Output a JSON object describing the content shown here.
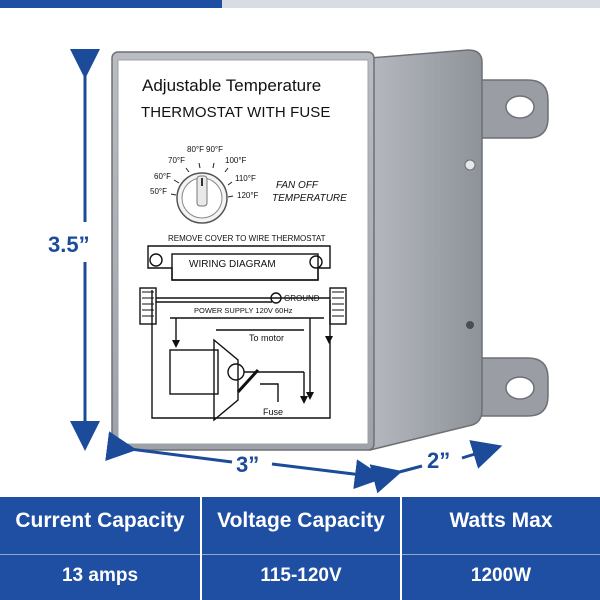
{
  "colors": {
    "brand_blue": "#1e4fa3",
    "dimension_blue": "#1c4c99",
    "housing_grey": "#a9adb3",
    "panel_white": "#ffffff"
  },
  "dimensions": {
    "height": "3.5”",
    "width": "3”",
    "depth": "2”"
  },
  "label": {
    "title_line1": "Adjustable Temperature",
    "title_line2": "THERMOSTAT WITH FUSE",
    "dial_ticks": [
      "50°F",
      "60°F",
      "70°F",
      "80°F",
      "90°F",
      "100°F",
      "110°F",
      "120°F"
    ],
    "fan_off_line1": "FAN OFF",
    "fan_off_line2": "TEMPERATURE",
    "remove_cover": "REMOVE COVER TO WIRE THERMOSTAT",
    "wiring_diagram": "WIRING DIAGRAM",
    "ground": "GROUND",
    "power_supply": "POWER SUPPLY 120V 60Hz",
    "to_motor": "To motor",
    "fuse": "Fuse"
  },
  "specs": [
    {
      "heading": "Current Capacity",
      "value": "13 amps"
    },
    {
      "heading": "Voltage Capacity",
      "value": "115-120V"
    },
    {
      "heading": "Watts Max",
      "value": "1200W"
    }
  ]
}
